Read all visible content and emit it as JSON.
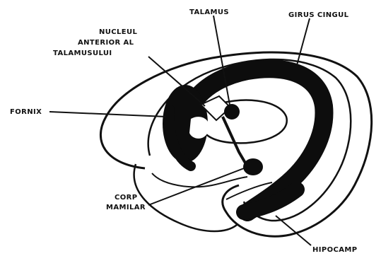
{
  "labels": {
    "talamus": "TALAMUS",
    "girus_cingular": "GIRUS CINGUL",
    "nucleul_line1": "NUCLEUL",
    "nucleul_line2": "ANTERIOR AL",
    "nucleul_line3": "TALAMUSULUI",
    "fornix": "FORNIX",
    "corp_line1": "CORP",
    "corp_line2": "MAMILAR",
    "hipocamp": "HIPOCAMP"
  },
  "colors": {
    "ink": "#111111",
    "background": "#ffffff"
  }
}
